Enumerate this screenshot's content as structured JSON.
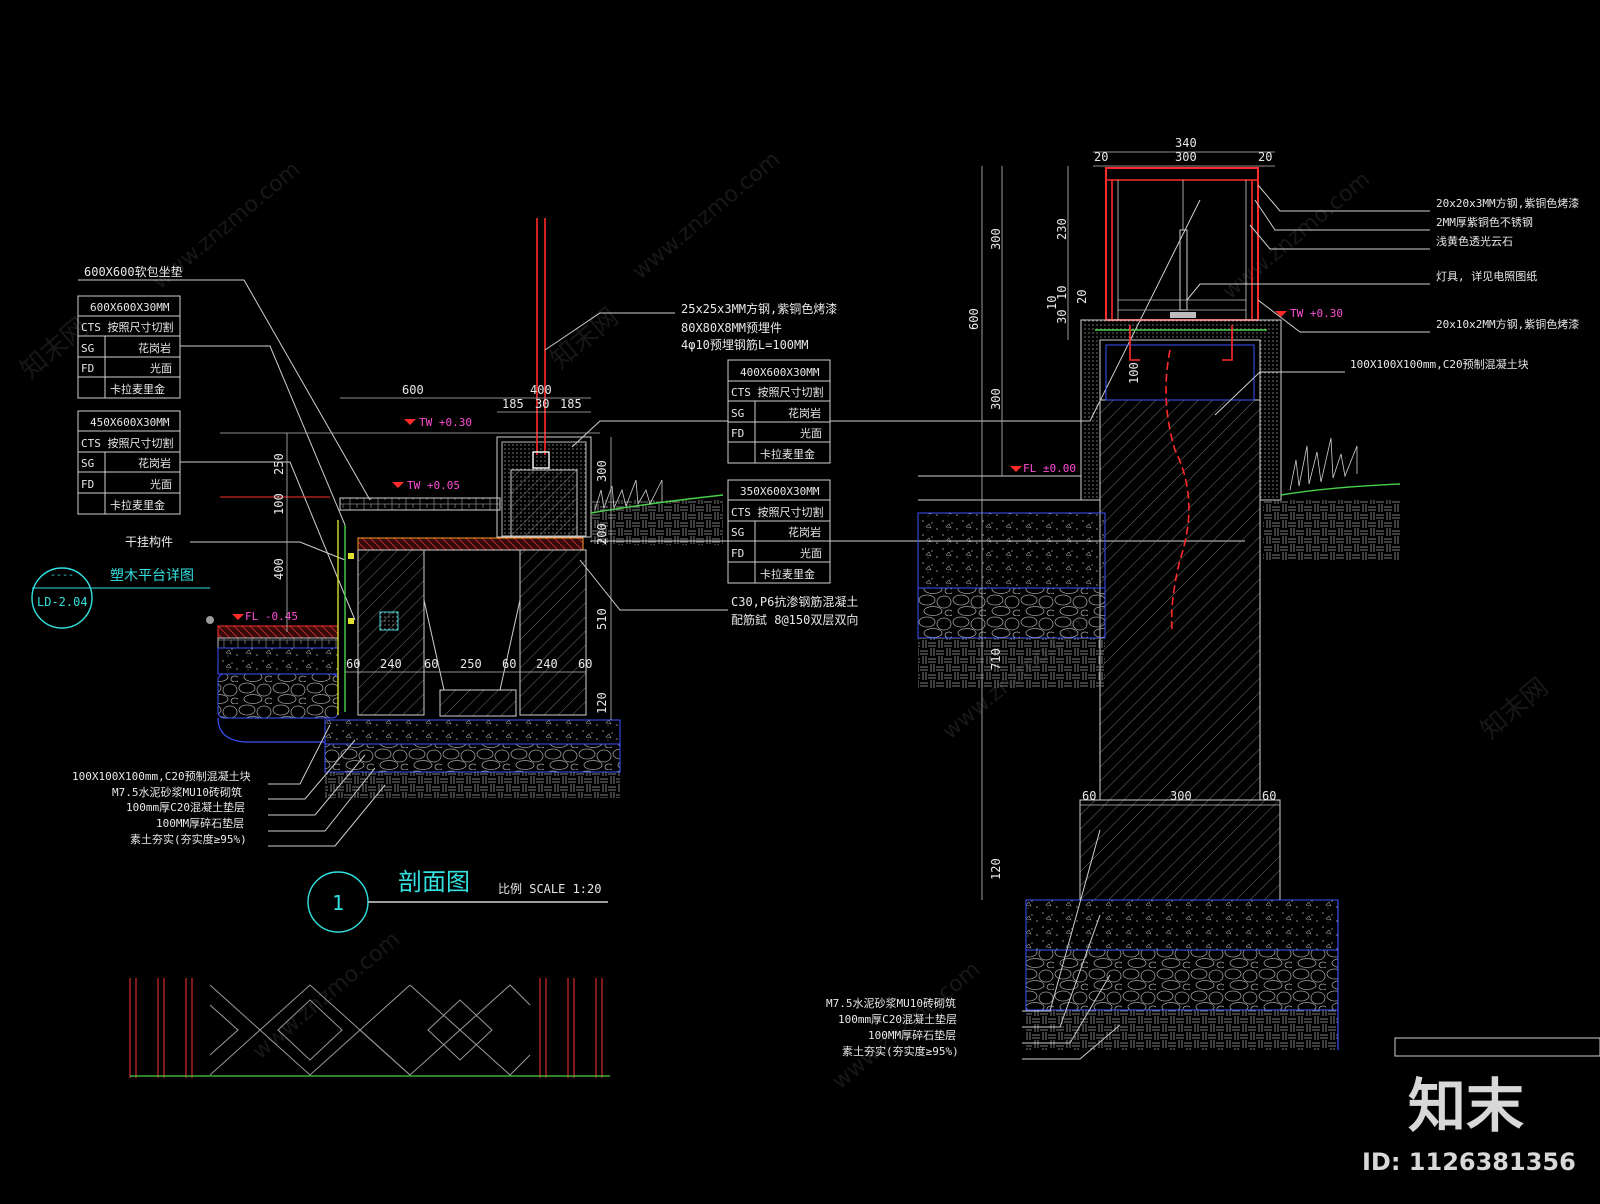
{
  "left_section": {
    "top_label": "600X600软包坐垫",
    "table1": [
      "600X600X30MM",
      "CTS 按照尺寸切割",
      "SG",
      "花岗岩",
      "FD",
      "光面",
      "卡拉麦里金"
    ],
    "table2": [
      "450X600X30MM",
      "CTS 按照尺寸切割",
      "SG",
      "花岗岩",
      "FD",
      "光面",
      "卡拉麦里金"
    ],
    "table3": [
      "400X600X30MM",
      "CTS 按照尺寸切割",
      "SG",
      "花岗岩",
      "FD",
      "光面",
      "卡拉麦里金"
    ],
    "table4": [
      "350X600X30MM",
      "CTS 按照尺寸切割",
      "SG",
      "花岗岩",
      "FD",
      "光面",
      "卡拉麦里金"
    ],
    "note_tube": "25x25x3MM方钢,紫铜色烤漆",
    "note_embed": "80X80X8MM预埋件",
    "note_rebar": "4φ10预埋钢筋L=100MM",
    "note_hanger": "干挂构件",
    "detail_ref": "塑木平台详图",
    "ref_id": "LD-2.04",
    "ref_top": "----",
    "note_concrete1": "C30,P6抗渗钢筋混凝土",
    "note_concrete2": "配筋鉽  8@150双层双向",
    "elev_tw030": "TW +0.30",
    "elev_tw005": "TW +0.05",
    "elev_fl045": "FL -0.45",
    "dims": [
      "600",
      "400",
      "185",
      "30",
      "185",
      "250",
      "100",
      "400",
      "300",
      "200",
      "510",
      "120",
      "60",
      "240",
      "60",
      "250",
      "60",
      "240",
      "60"
    ],
    "bottom_notes": [
      "100X100X100mm,C20预制混凝土块",
      "M7.5水泥砂浆MU10砖砌筑",
      "100mm厚C20混凝土垫层",
      "100MM厚碎石垫层",
      "素土夯实(夯实度≥95%)"
    ],
    "section_num": "1",
    "section_title": "剖面图",
    "scale_text": "比例 SCALE 1:20"
  },
  "right_section": {
    "dims_top": [
      "340",
      "20",
      "300",
      "20"
    ],
    "dims_left": [
      "300",
      "600",
      "300",
      "230",
      "10",
      "10",
      "20",
      "30",
      "100",
      "710",
      "120"
    ],
    "notes": [
      "20x20x3MM方钢,紫铜色烤漆",
      "2MM厚紫铜色不锈钢",
      "浅黄色透光云石",
      "灯具, 详见电照图纸",
      "20x10x2MM方钢,紫铜色烤漆",
      "100X100X100mm,C20预制混凝土块"
    ],
    "elev_tw030": "TW +0.30",
    "elev_fl000": "FL ±0.00",
    "dims_bottom": [
      "60",
      "300",
      "60"
    ],
    "bottom_notes": [
      "M7.5水泥砂浆MU10砖砌筑",
      "100mm厚C20混凝土垫层",
      "100MM厚碎石垫层",
      "素土夯实(夯实度≥95%)"
    ]
  },
  "watermark": {
    "logo": "知末",
    "id_text": "ID: 1126381356",
    "site": "www.znzmo.com",
    "brand": "知末网"
  }
}
